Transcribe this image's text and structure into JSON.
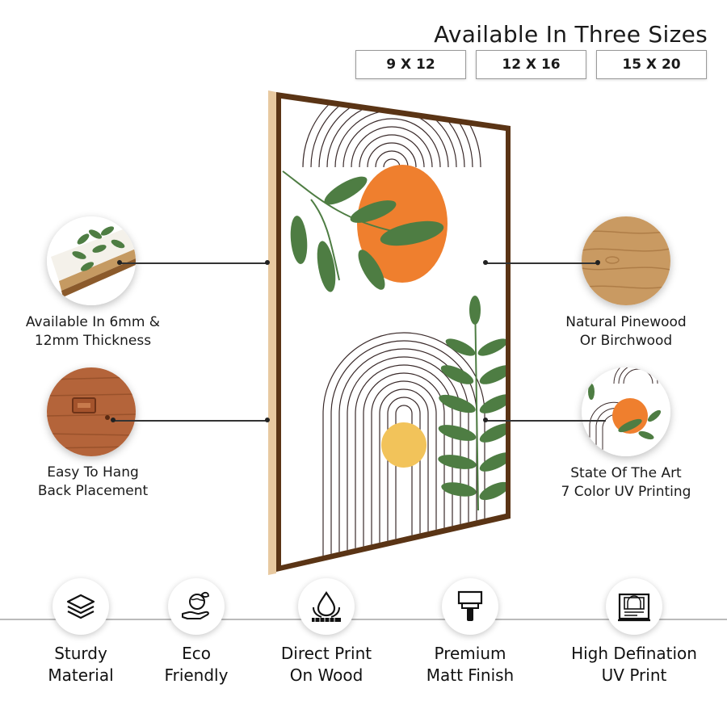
{
  "header": {
    "title": "Available In Three Sizes",
    "sizes": [
      "9 X 12",
      "12 X 16",
      "15 X 20"
    ]
  },
  "features": {
    "left_top": {
      "label": "Available In  6mm &\n12mm Thickness",
      "icon": "layered-board-icon"
    },
    "left_bottom": {
      "label": "Easy To Hang\nBack Placement",
      "icon": "hanger-bracket-icon"
    },
    "right_top": {
      "label": "Natural Pinewood\nOr Birchwood",
      "icon": "wood-grain-icon"
    },
    "right_bottom": {
      "label": "State Of The Art\n7 Color UV Printing",
      "icon": "print-sample-icon"
    }
  },
  "bottom_features": [
    {
      "label": "Sturdy\nMaterial",
      "icon": "layers-icon"
    },
    {
      "label": "Eco\nFriendly",
      "icon": "eco-hand-icon"
    },
    {
      "label": "Direct Print\nOn Wood",
      "icon": "droplet-print-icon"
    },
    {
      "label": "Premium\nMatt Finish",
      "icon": "paint-brush-icon"
    },
    {
      "label": "High Defination\nUV Print",
      "icon": "hd-print-icon"
    }
  ],
  "colors": {
    "frame_border": "#5a3415",
    "wood_edge": "#e8c9a0",
    "orange": "#ef7f2e",
    "yellow": "#f2c35a",
    "leaf": "#4e7d43",
    "line": "#3a2a2a"
  }
}
